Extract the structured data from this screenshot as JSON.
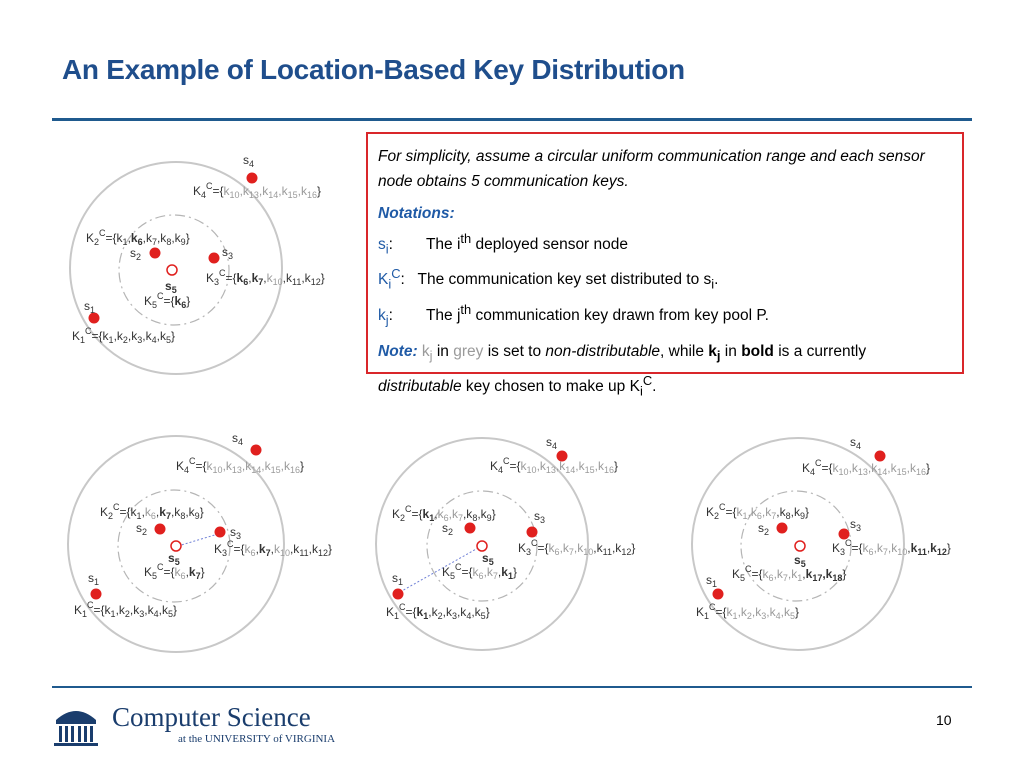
{
  "slide": {
    "title": "An Example of Location-Based Key Distribution",
    "page_number": "10"
  },
  "textbox": {
    "intro": "For simplicity, assume a circular uniform communication range and each sensor node obtains 5 communication keys.",
    "notations_heading": "Notations:",
    "row1": {
      "sym": "s",
      "sub": "i",
      "colon": ":",
      "pre": "The i",
      "sup": "th",
      "post": " deployed sensor node"
    },
    "row2": {
      "sym": "K",
      "sub": "i",
      "sup": "C",
      "colon": ":",
      "text": "The communication key set distributed to s",
      "text_sub": "i",
      "end": "."
    },
    "row3": {
      "sym": "k",
      "sub": "j",
      "colon": ":",
      "pre": "The j",
      "sup": "th",
      "post": " communication key drawn from key pool P."
    },
    "note": {
      "label": "Note:",
      "k": "k",
      "k_sub": "j",
      "in": " in ",
      "grey": "grey",
      "is_set": " is set to ",
      "nondist": "non-distributable",
      "while": ", while ",
      "kb": "k",
      "kb_sub": "j",
      "in2": " in ",
      "bold": "bold",
      "is_a": " is a currently ",
      "dist": "distributable",
      "rest": " key chosen to make up K",
      "rest_sub": "i",
      "rest_sup": "C",
      "end": "."
    }
  },
  "diagram_labels": {
    "s1": "s",
    "s2": "s",
    "s3": "s",
    "s4": "s",
    "s5": "s",
    "n1": "1",
    "n2": "2",
    "n3": "3",
    "n4": "4",
    "n5": "5",
    "K": "K",
    "C": "C"
  },
  "logo": {
    "main": "Computer Science",
    "sub": "at the UNIVERSITY of VIRGINIA"
  },
  "colors": {
    "title": "#1f4e8c",
    "rule": "#1f5a8e",
    "box_border": "#d9262a",
    "node": "#e0201e",
    "grey_key": "#9a9a9a"
  }
}
